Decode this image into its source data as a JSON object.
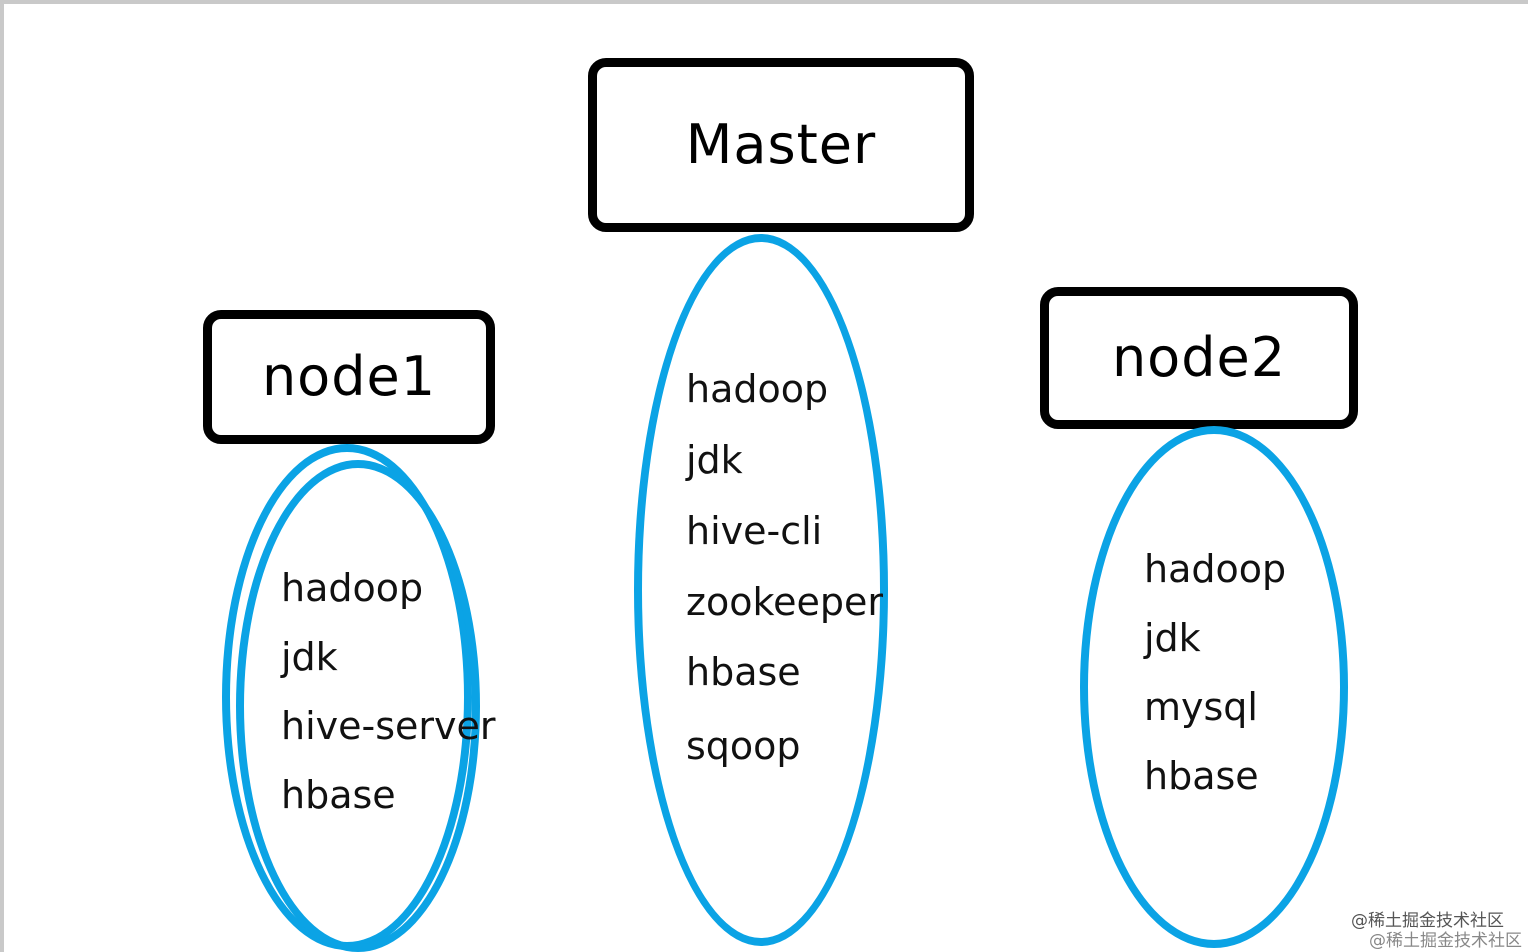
{
  "master": {
    "label": "Master",
    "services": [
      "hadoop",
      "jdk",
      "hive-cli",
      "zookeeper",
      "hbase",
      "sqoop"
    ]
  },
  "node1": {
    "label": "node1",
    "services": [
      "hadoop",
      "jdk",
      "hive-server",
      "hbase"
    ]
  },
  "node2": {
    "label": "node2",
    "services": [
      "hadoop",
      "jdk",
      "mysql",
      "hbase"
    ]
  },
  "watermark": "@稀土掘金技术社区",
  "colors": {
    "box_border": "#000000",
    "pill_border": "#0ba3e5"
  }
}
